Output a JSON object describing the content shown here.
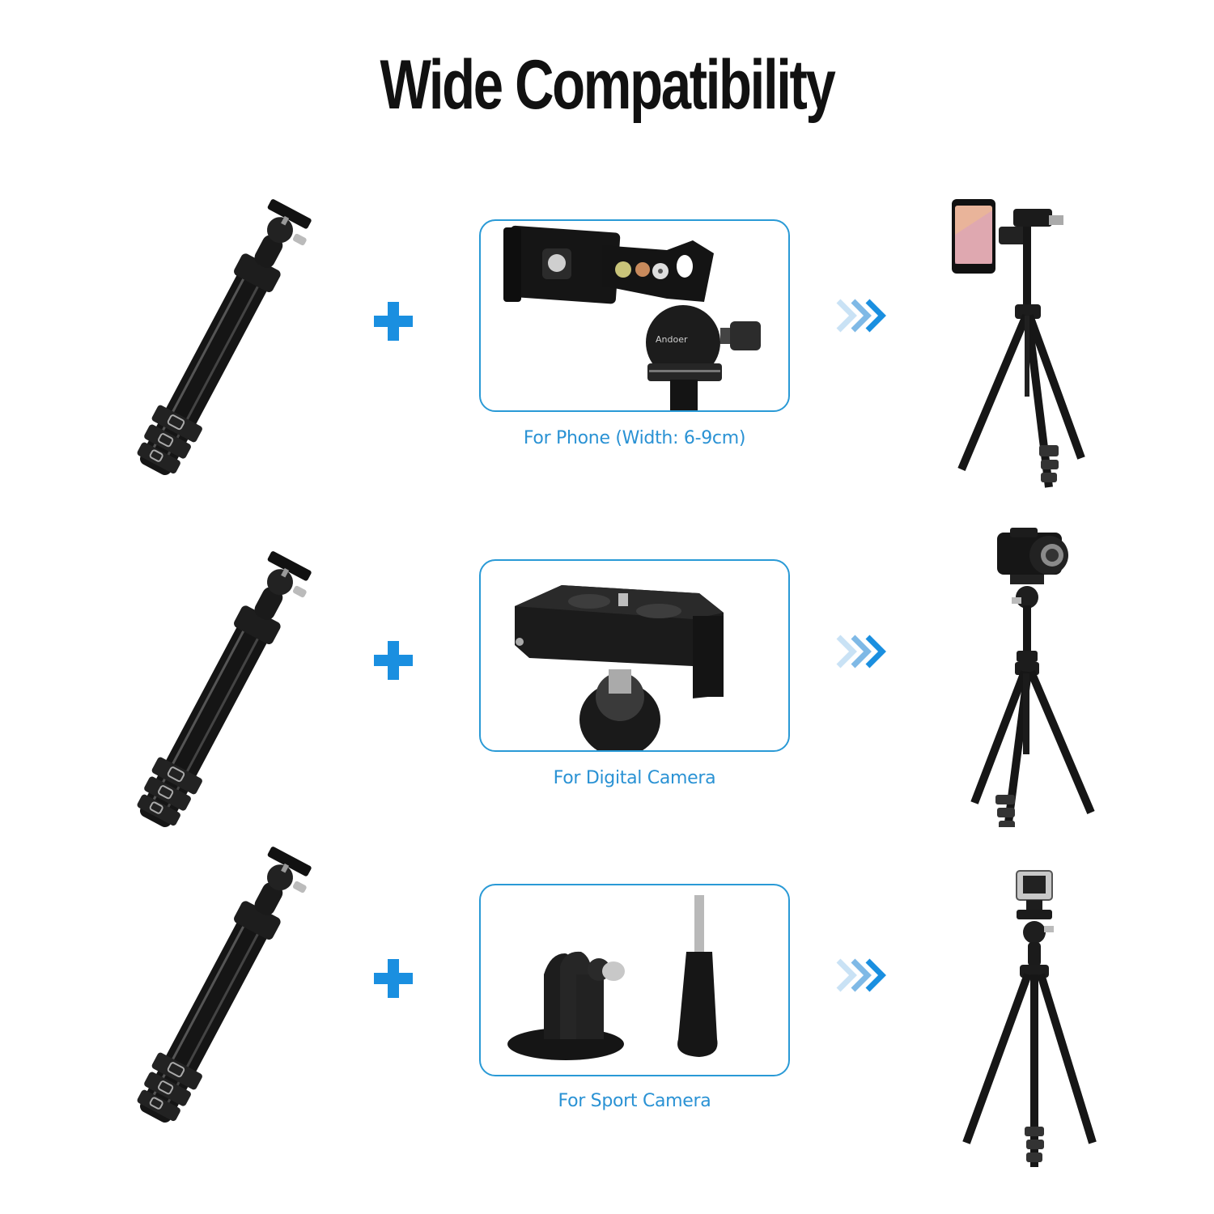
{
  "title": "Wide Compatibility",
  "colors": {
    "accent": "#1a8fe0",
    "caption": "#2a92d4",
    "box_border": "#2a9ad6",
    "arrow_light": "#c9e2f5",
    "arrow_mid": "#7fb9e6",
    "arrow_dark": "#1a8fe0",
    "title": "#111111"
  },
  "rows": [
    {
      "folded_tripod": "folded-tripod-with-ball-head",
      "operator": "plus-icon",
      "accessory": "phone-clamp-ball-head",
      "accessory_brand": "Andoer",
      "caption": "For Phone (Width: 6-9cm)",
      "flow": "triple-chevron-right-icon",
      "result": "tripod-with-phone"
    },
    {
      "folded_tripod": "folded-tripod-with-ball-head",
      "operator": "plus-icon",
      "accessory": "quick-release-plate-ball-head",
      "caption": "For Digital Camera",
      "flow": "triple-chevron-right-icon",
      "result": "tripod-with-dslr-camera"
    },
    {
      "folded_tripod": "folded-tripod-with-ball-head",
      "operator": "plus-icon",
      "accessory": "action-camera-mount-and-thumb-screw",
      "caption": "For Sport Camera",
      "flow": "triple-chevron-right-icon",
      "result": "tripod-with-action-camera"
    }
  ]
}
